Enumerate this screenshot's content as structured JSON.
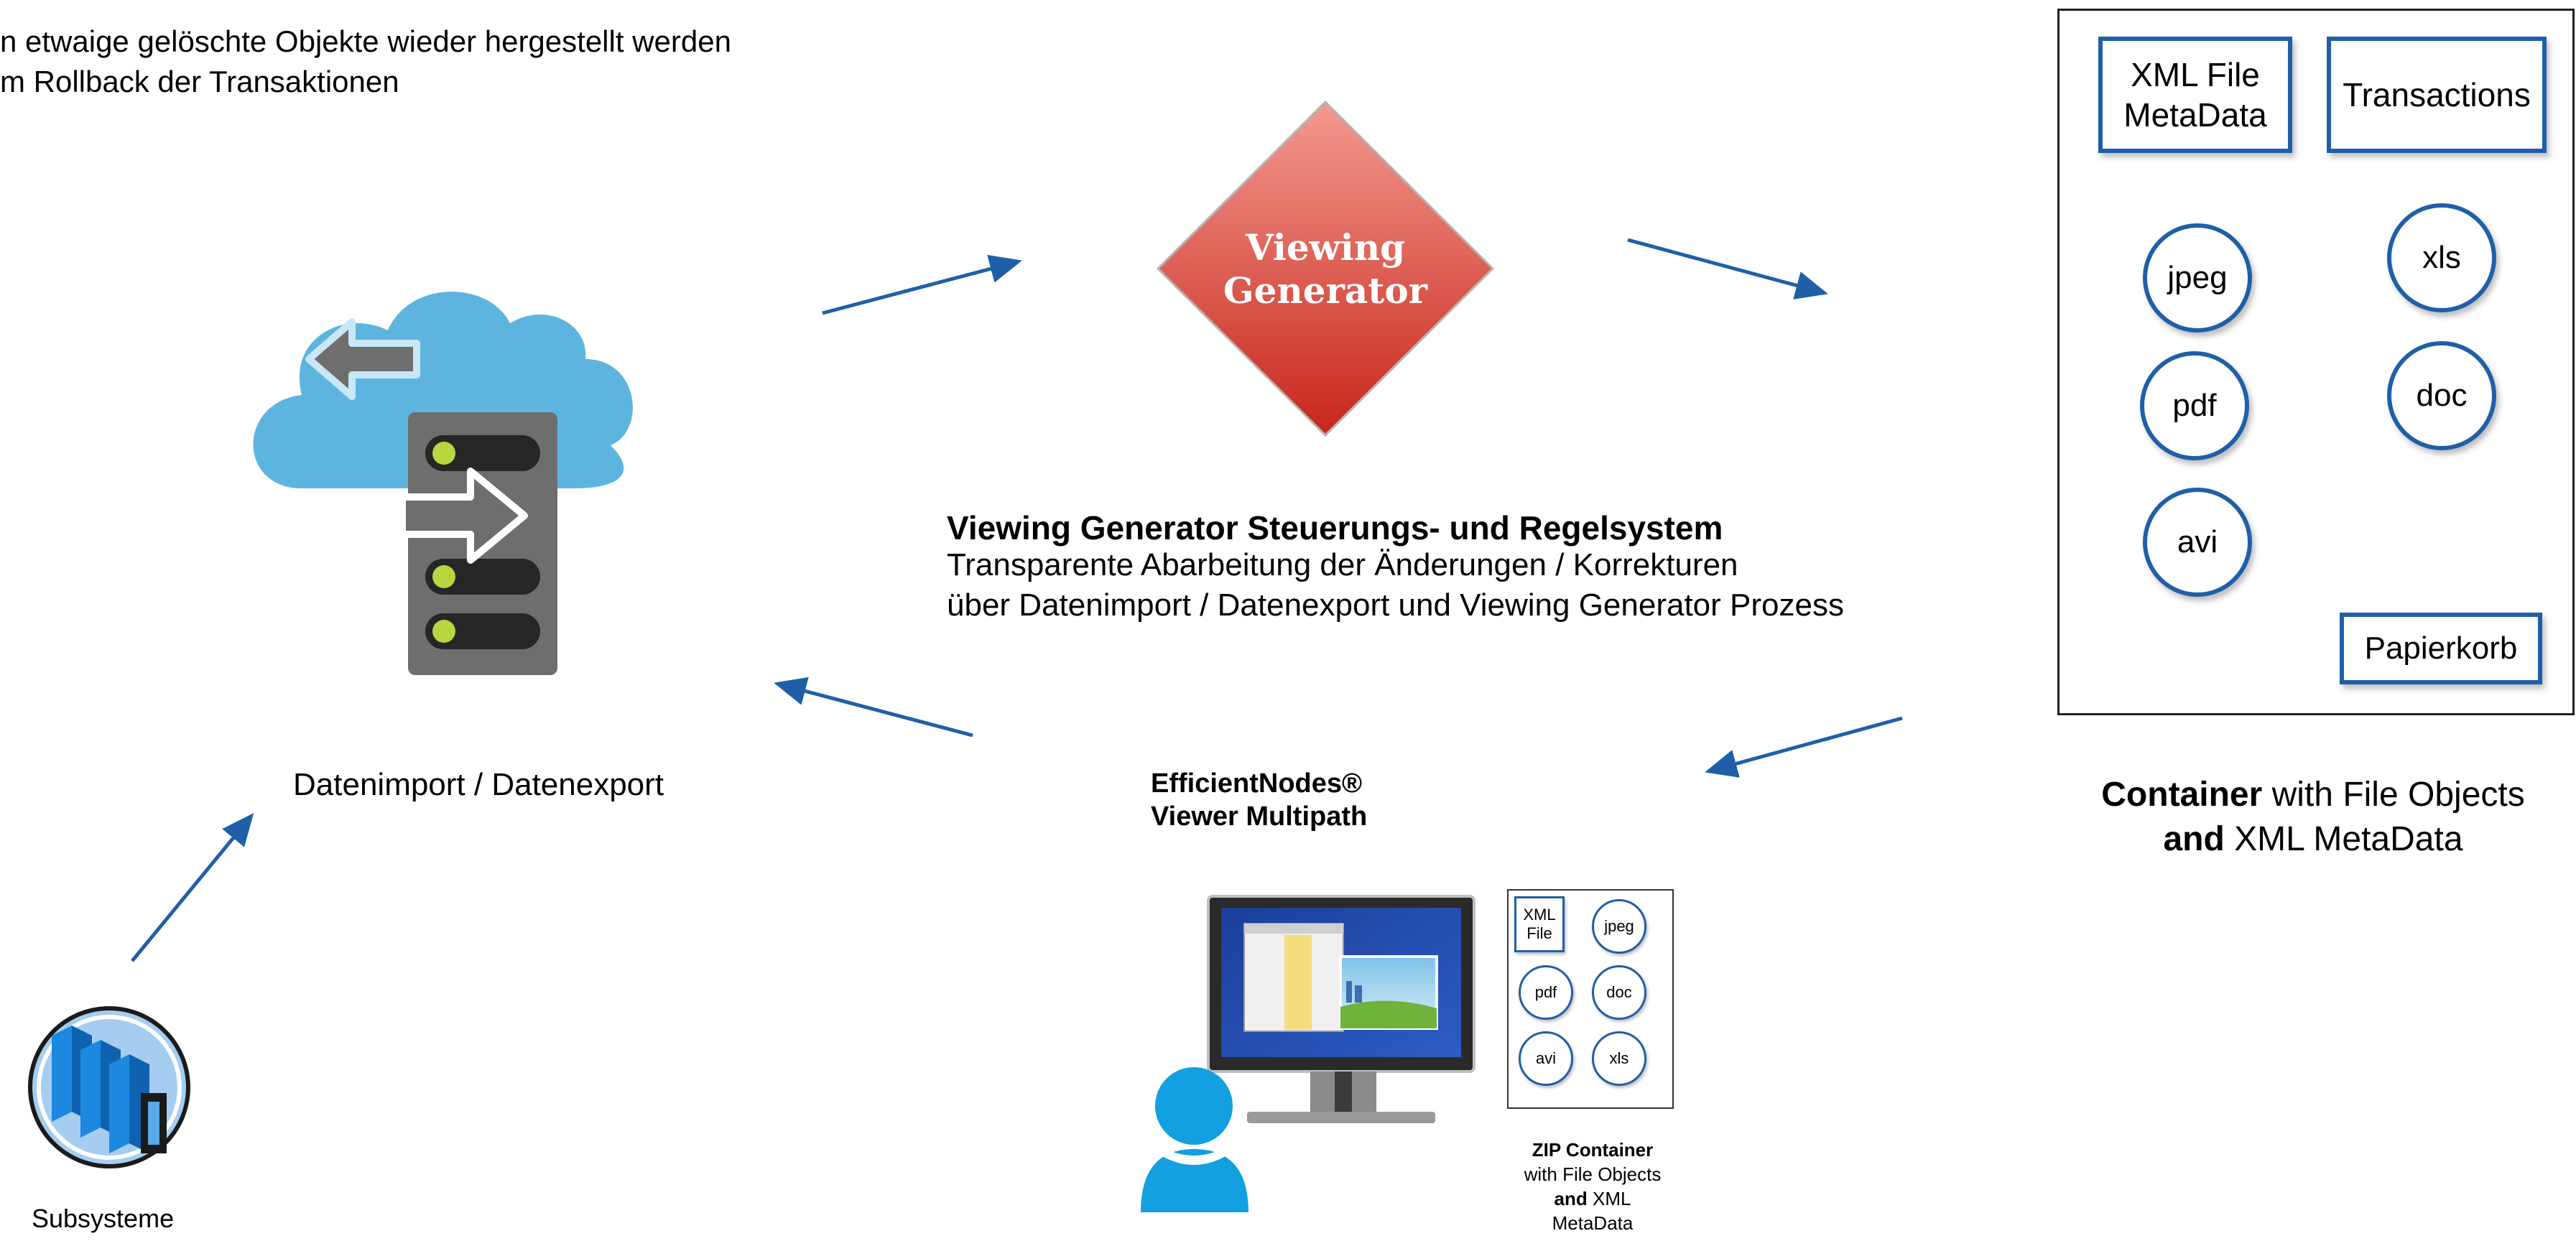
{
  "top_note": {
    "line1": "n etwaige gelöschte Objekte wieder hergestellt werden",
    "line2": "m Rollback der Transaktionen"
  },
  "generator": {
    "label_line1": "Viewing",
    "label_line2": "Generator"
  },
  "center_text": {
    "title": "Viewing Generator Steuerungs- und Regelsystem",
    "line1": "Transparente Abarbeitung der Änderungen / Korrekturen",
    "line2": "über Datenimport / Datenexport und Viewing Generator Prozess"
  },
  "datenimport_label": "Datenimport / Datenexport",
  "viewer": {
    "line1": "EfficientNodes®",
    "line2": "Viewer Multipath"
  },
  "container": {
    "box_xml_line1": "XML File",
    "box_xml_line2": "MetaData",
    "box_transactions": "Transactions",
    "files": [
      "jpeg",
      "xls",
      "pdf",
      "doc",
      "avi"
    ],
    "trash_label": "Papierkorb",
    "caption_bold1": "Container",
    "caption_rest1": " with File Objects",
    "caption_bold2": "and",
    "caption_rest2": " XML MetaData"
  },
  "zip": {
    "xml_line1": "XML",
    "xml_line2": "File",
    "files": [
      "jpeg",
      "pdf",
      "doc",
      "avi",
      "xls"
    ],
    "caption_bold": "ZIP Container",
    "caption_line2": "with File Objects",
    "caption_and": "and",
    "caption_xml": " XML",
    "caption_line4": "MetaData"
  },
  "subsysteme_label": "Subsysteme",
  "colors": {
    "arrow": "#1f5fa8",
    "box_border": "#1f5fa8",
    "diamond_top": "#f08a80",
    "diamond_bottom": "#c8261a",
    "cloud": "#5db5df",
    "server": "#6e6e6e",
    "led": "#b8d640"
  }
}
